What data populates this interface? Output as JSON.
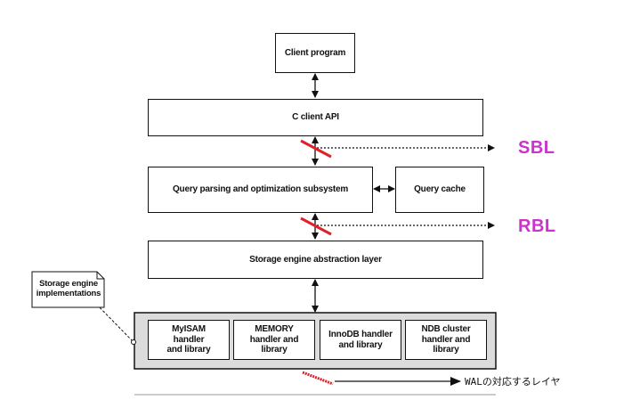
{
  "boxes": {
    "client_program": "Client program",
    "c_client_api": "C client API",
    "query_parsing": "Query parsing and optimization subsystem",
    "query_cache": "Query cache",
    "storage_abstraction": "Storage engine abstraction layer",
    "note": "Storage engine\nimplementations",
    "myisam": "MyISAM\nhandler\nand library",
    "memory": "MEMORY\nhandler and\nlibrary",
    "innodb": "InnoDB handler\nand library",
    "ndb": "NDB cluster\nhandler and\nlibrary"
  },
  "labels": {
    "sbl": "SBL",
    "rbl": "RBL",
    "wal": "WALの対応するレイヤ"
  },
  "colors": {
    "accent_magenta": "#cc33cc",
    "cut_red": "#e0202a",
    "engine_group_fill": "#dcdcdc"
  }
}
